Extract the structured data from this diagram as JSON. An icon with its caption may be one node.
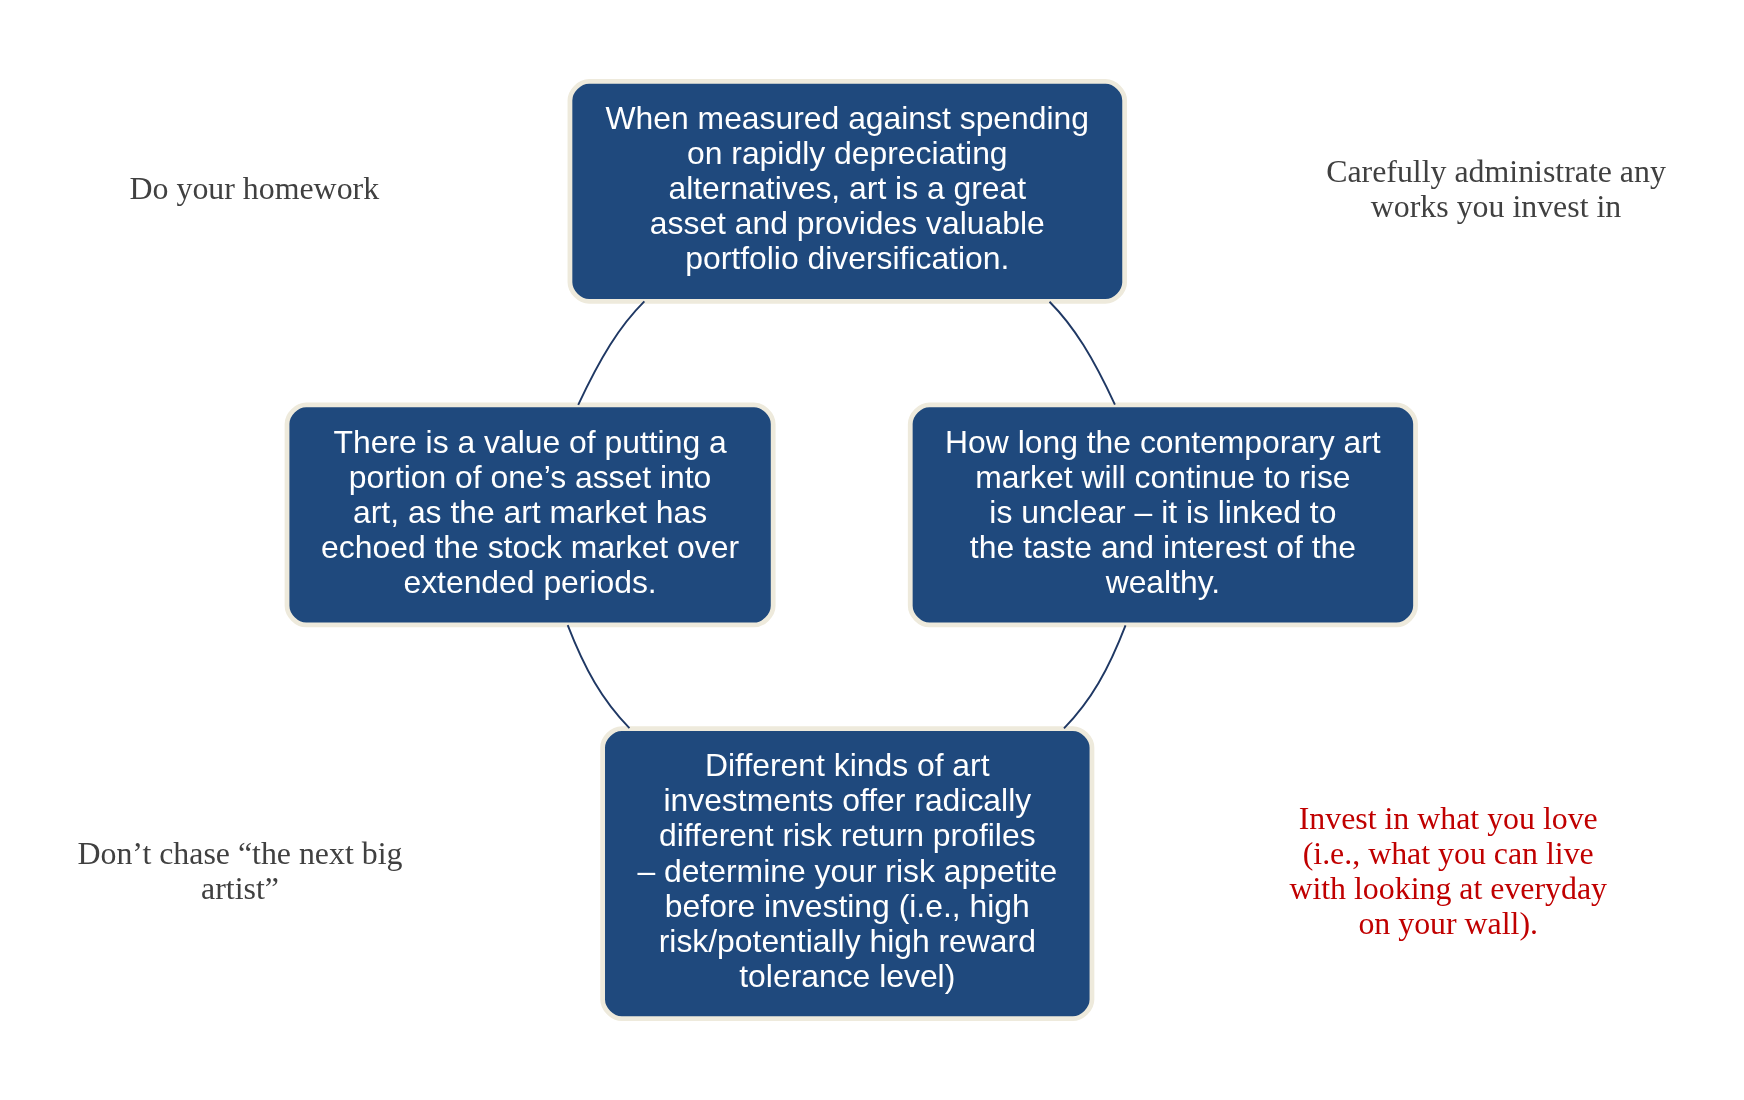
{
  "diagram": {
    "nodes": [
      {
        "text": [
          "When measured against spending on rapidly depreciating alternatives, art is a great asset and provides valuable portfolio diversification."
        ]
      },
      {
        "text": [
          "There is a value of putting a portion of one’s asset into art, as the art market has echoed the stock market over extended periods."
        ]
      },
      {
        "text": [
          "Different kinds of art investments offer radically different risk return profiles – determine your risk appetite before investing (i.e., high risk/potentially high reward tolerance level)"
        ]
      },
      {
        "text": [
          "How long the contemporary art market will continue to rise is unclear – it is linked to the taste and interest of the wealthy."
        ]
      }
    ],
    "edges": [
      {
        "from": 0,
        "to": 1,
        "arrow": "none"
      },
      {
        "from": 1,
        "to": 2,
        "arrow": "none"
      },
      {
        "from": 2,
        "to": 3,
        "arrow": "none"
      },
      {
        "from": 3,
        "to": 0,
        "arrow": "none"
      }
    ],
    "labels": [
      "Do your homework",
      "Carefully administrate any works you invest in",
      "Don’t chase “the next big artist”",
      "Invest in what you love (i.e., what you can live with looking at everyday on your wall)."
    ]
  }
}
